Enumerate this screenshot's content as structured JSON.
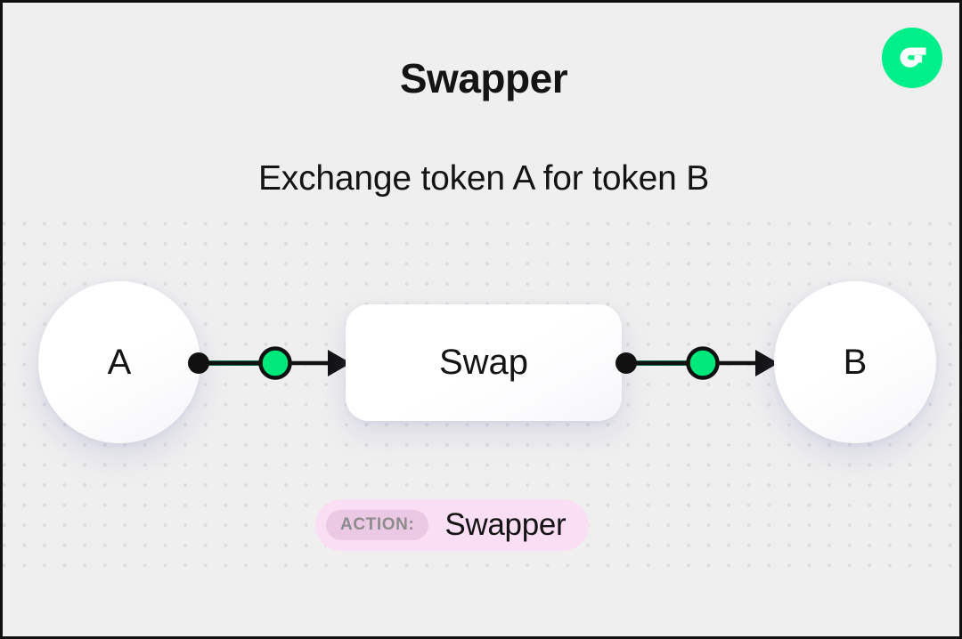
{
  "meta": {
    "background_color": "#efefef",
    "accent_color": "#00ef8b",
    "badge_color": "#fadef4",
    "text_color": "#141414"
  },
  "header": {
    "title": "Swapper",
    "subtitle": "Exchange token A for token B",
    "logo_icon": "flow-logo-icon"
  },
  "diagram": {
    "nodes": [
      {
        "id": "a",
        "label": "A",
        "shape": "circle"
      },
      {
        "id": "swap",
        "label": "Swap",
        "shape": "rounded-rect"
      },
      {
        "id": "b",
        "label": "B",
        "shape": "circle"
      }
    ],
    "edges": [
      {
        "id": "edge-a-swap",
        "from": "A",
        "to": "Swap",
        "marker": "arrow",
        "dot_color": "#00e87c"
      },
      {
        "id": "edge-swap-b",
        "from": "Swap",
        "to": "B",
        "marker": "arrow",
        "dot_color": "#00e87c"
      }
    ]
  },
  "action_badge": {
    "tag_label": "ACTION:",
    "value": "Swapper"
  }
}
